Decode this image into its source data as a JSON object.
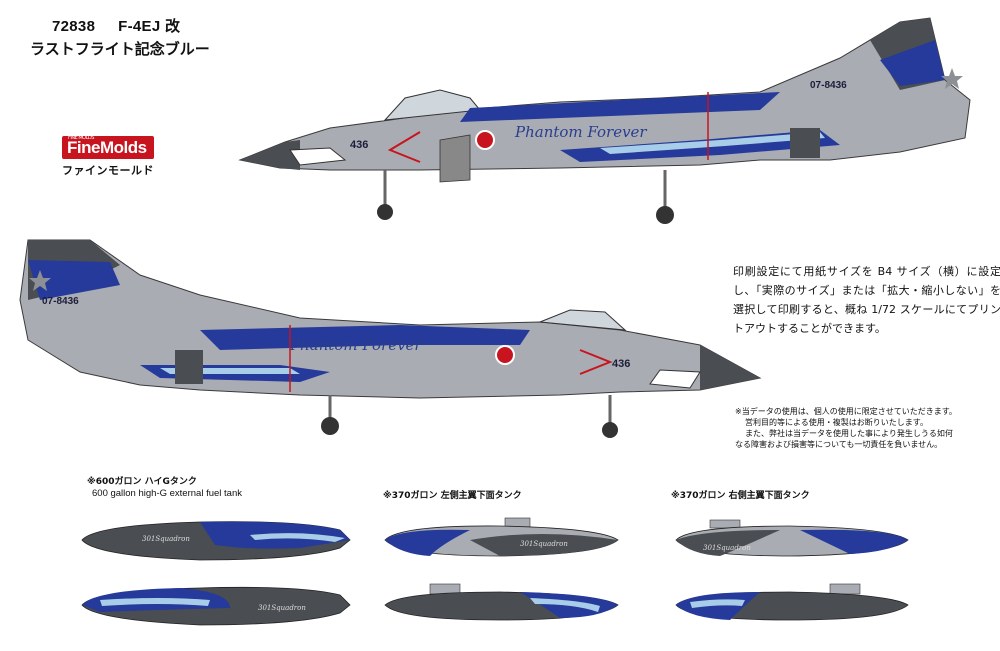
{
  "header": {
    "product_number": "72838",
    "product_name": "F-4EJ 改",
    "subtitle": "ラストフライト記念ブルー"
  },
  "logo": {
    "brand": "FineMolds",
    "tagline": "FINE MOLDS",
    "kana": "ファインモールド"
  },
  "aircraft": {
    "nose_number": "436",
    "tail_code": "07-8436",
    "fuselage_text": "Phantom Forever"
  },
  "instructions": {
    "text": "印刷設定にて用紙サイズを B4 サイズ（横）に設定し、「実際のサイズ」または「拡大・縮小しない」を選択して印刷すると、概ね 1/72 スケールにてプリントアウトすることができます。"
  },
  "notice": {
    "line1": "※当データの使用は、個人の使用に限定させていただきます。",
    "line2": "営利目的等による使用・複製はお断りいたします。",
    "line3": "また、弊社は当データを使用した事により発生しうる如何",
    "line4": "なる障害および損害等についても一切責任を負いません。"
  },
  "tanks": [
    {
      "caption": "※600ガロン ハイGタンク",
      "caption_en": "600 gallon high-G external fuel tank",
      "marking": "301Squadron"
    },
    {
      "caption": "※370ガロン 左側主翼下面タンク",
      "marking": "301Squadron"
    },
    {
      "caption": "※370ガロン 右側主翼下面タンク",
      "marking": "301Squadron"
    }
  ],
  "colors": {
    "body_gray": "#a9adb3",
    "dark_gray": "#4a4d52",
    "blue": "#253a9a",
    "light_blue": "#a8cde8",
    "hinomaru_red": "#c8141e",
    "logo_red": "#c8141e"
  }
}
